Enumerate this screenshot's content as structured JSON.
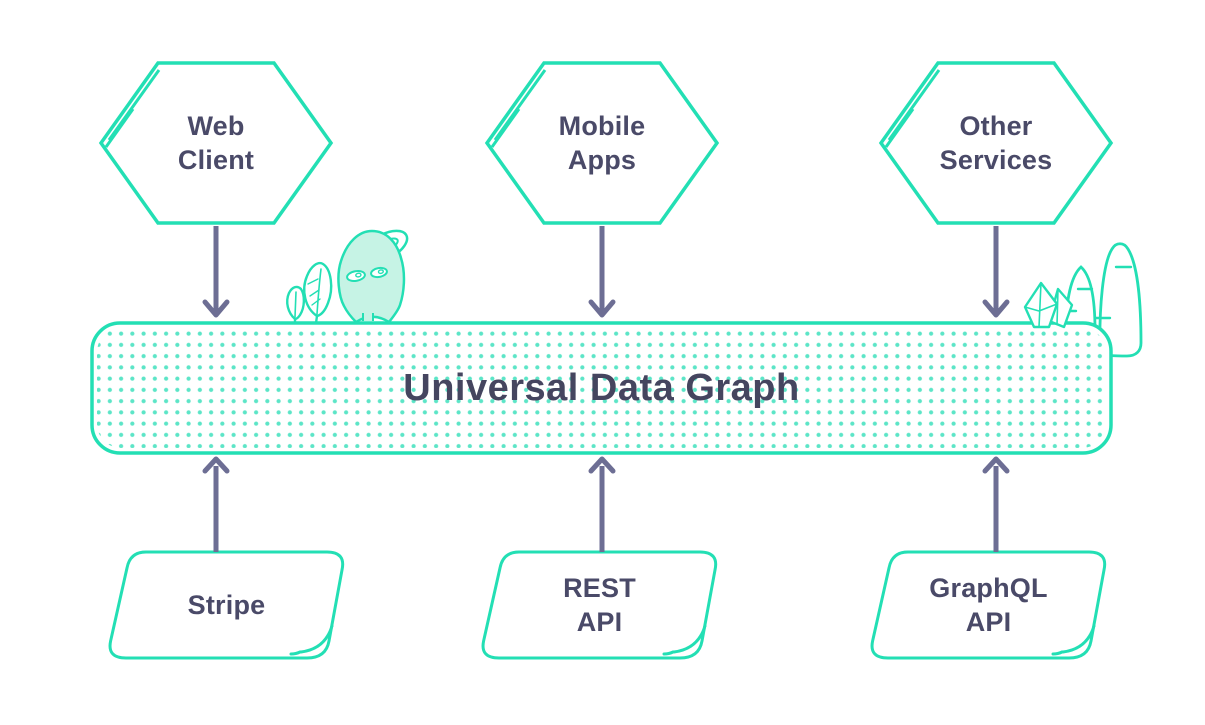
{
  "title": {
    "text": "Universal Data Graph"
  },
  "sources": [
    {
      "id": "web-client",
      "line1": "Web",
      "line2": "Client"
    },
    {
      "id": "mobile-apps",
      "line1": "Mobile",
      "line2": "Apps"
    },
    {
      "id": "other-services",
      "line1": "Other",
      "line2": "Services"
    }
  ],
  "providers": [
    {
      "id": "stripe",
      "line1": "Stripe",
      "line2": ""
    },
    {
      "id": "rest-api",
      "line1": "REST",
      "line2": "API"
    },
    {
      "id": "graphql-api",
      "line1": "GraphQL",
      "line2": "API"
    }
  ],
  "connections": [
    {
      "from": "web-client",
      "to": "universal-data-graph",
      "direction": "down"
    },
    {
      "from": "mobile-apps",
      "to": "universal-data-graph",
      "direction": "down"
    },
    {
      "from": "other-services",
      "to": "universal-data-graph",
      "direction": "down"
    },
    {
      "from": "stripe",
      "to": "universal-data-graph",
      "direction": "up"
    },
    {
      "from": "rest-api",
      "to": "universal-data-graph",
      "direction": "up"
    },
    {
      "from": "graphql-api",
      "to": "universal-data-graph",
      "direction": "up"
    }
  ],
  "decorations": [
    "leaf-plants-icon",
    "ghost-mascot-icon",
    "hills-icon",
    "crystals-icon"
  ],
  "colors": {
    "teal": "#23dfb4",
    "mint_fill": "#c6f3e5",
    "dot": "#5ce5c7",
    "text": "#4a4a68",
    "arrow": "#6d6e94",
    "background": "#ffffff"
  }
}
